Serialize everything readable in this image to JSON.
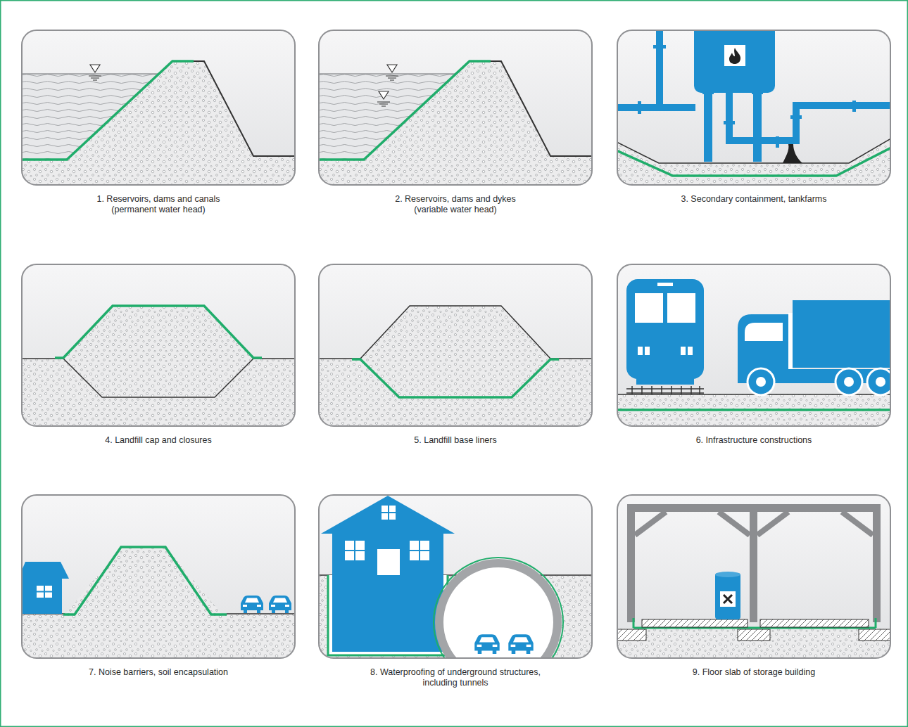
{
  "diagram": {
    "nodes": [
      {
        "text": [
          "1. Reservoirs, dams and canals (permanent water head)"
        ]
      },
      {
        "text": [
          "2. Reservoirs, dams and dykes (variable water head)"
        ]
      },
      {
        "text": [
          "3. Secondary containment, tankfarms"
        ]
      },
      {
        "text": [
          "4. Landfill cap and closures"
        ]
      },
      {
        "text": [
          "5. Landfill base liners"
        ]
      },
      {
        "text": [
          "6. Infrastructure constructions"
        ]
      },
      {
        "text": [
          "7. Noise barriers, soil encapsulation"
        ]
      },
      {
        "text": [
          "8. Waterproofing of underground structures, including tunnels"
        ]
      },
      {
        "text": [
          "9. Floor slab of storage building"
        ]
      }
    ]
  }
}
